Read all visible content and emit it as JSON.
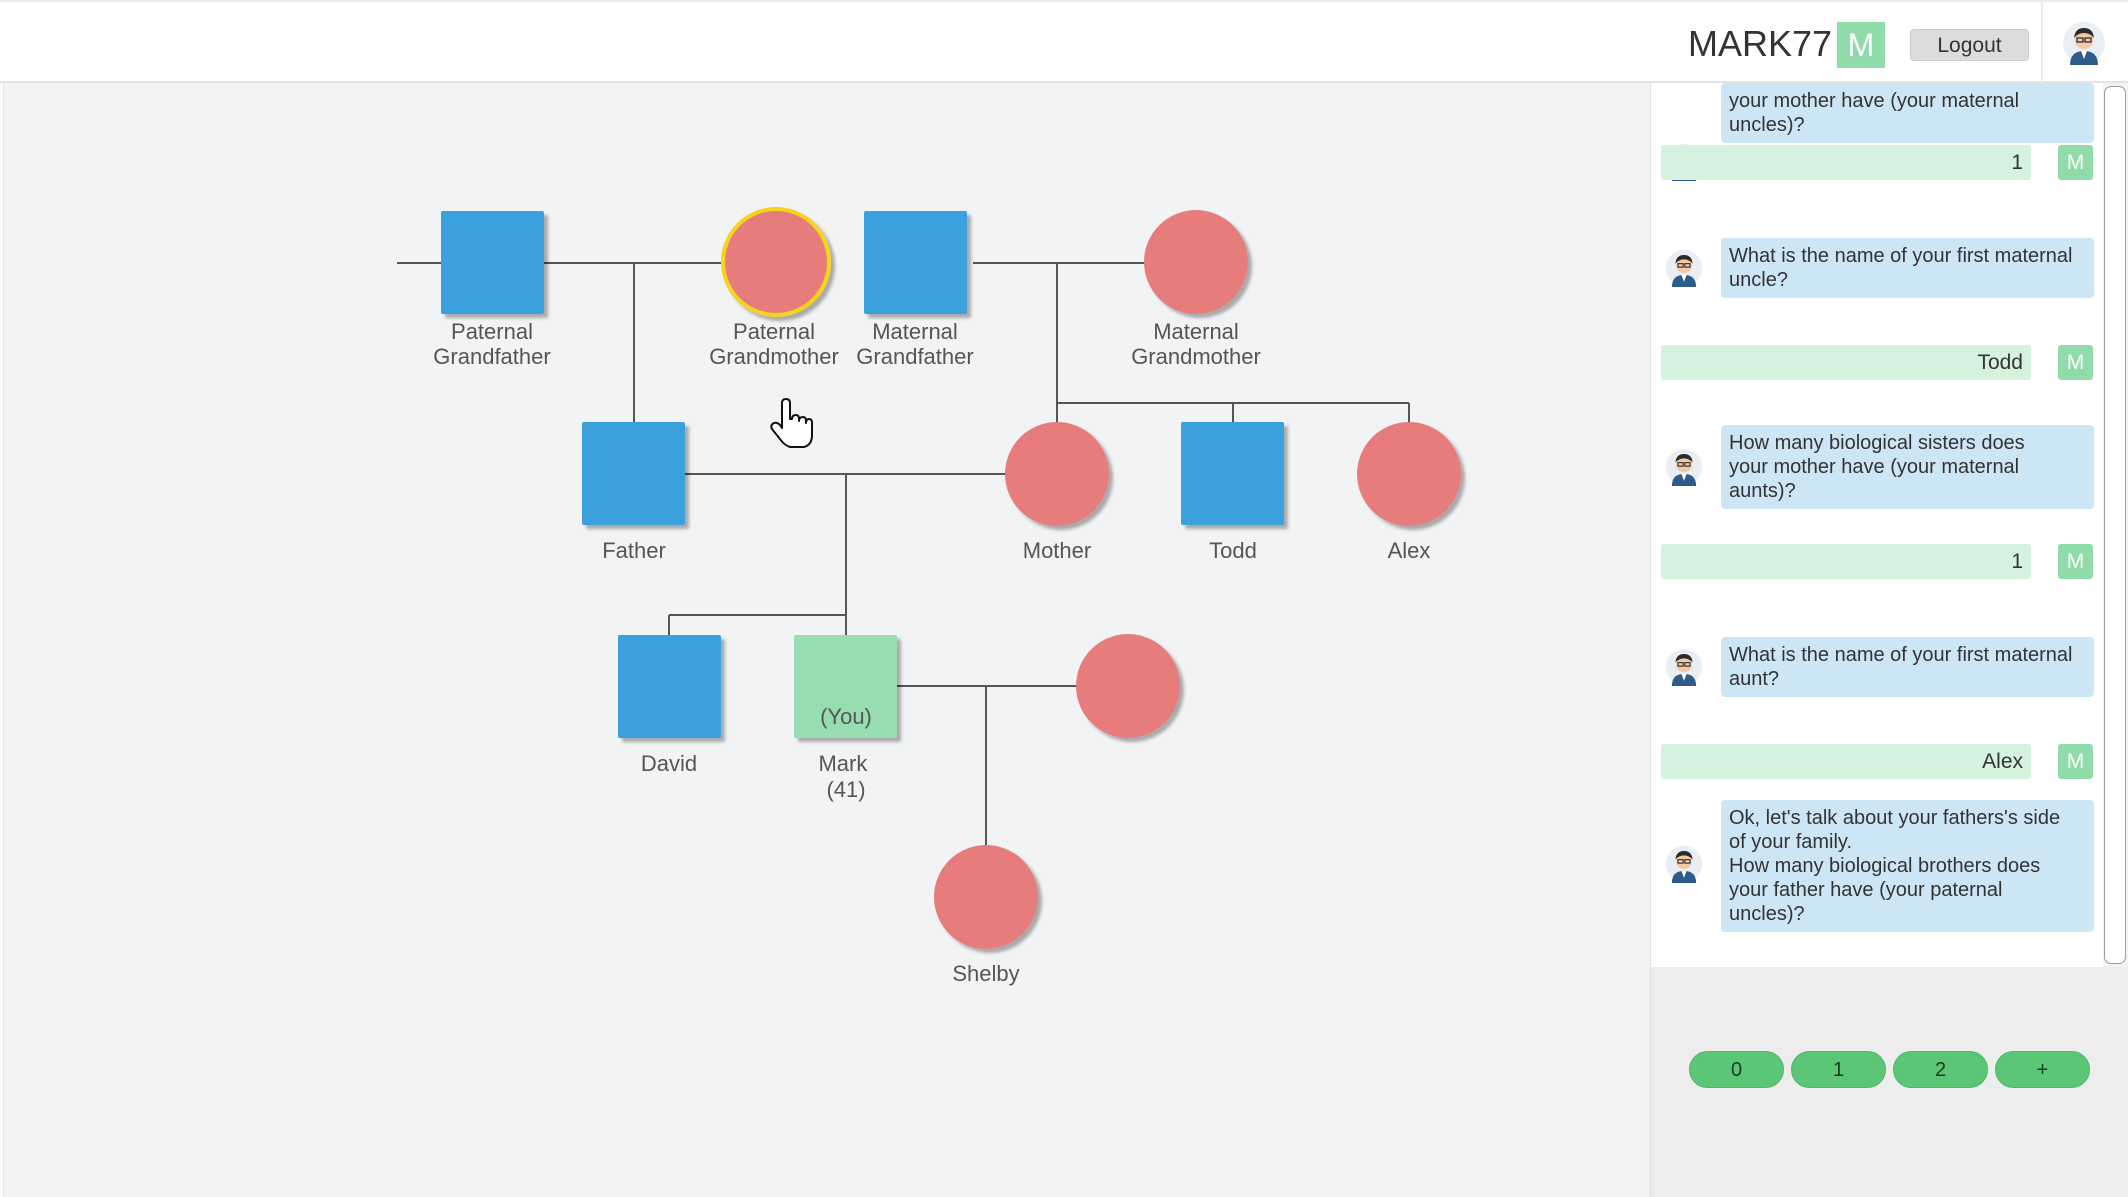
{
  "header": {
    "username": "MARK77",
    "user_badge": "M",
    "logout_label": "Logout"
  },
  "family_tree": {
    "members": {
      "paternal_grandfather": "Paternal\nGrandfather",
      "paternal_grandmother": "Paternal\nGrandmother",
      "maternal_grandfather": "Maternal\nGrandfather",
      "maternal_grandmother": "Maternal\nGrandmother",
      "father": "Father",
      "mother": "Mother",
      "todd": "Todd",
      "alex": "Alex",
      "david": "David",
      "you_marker": "(You)",
      "mark": "Mark",
      "mark_age": "(41)",
      "spouse": "",
      "shelby": "Shelby"
    },
    "colors": {
      "male": "#3aa1dd",
      "female": "#e67b7b",
      "self": "#98dcb1",
      "highlight": "#f6d31f",
      "line": "#555555"
    }
  },
  "chat": {
    "messages": [
      {
        "from": "bot",
        "text": "your mother have (your maternal\nuncles)?"
      },
      {
        "from": "user",
        "text": "1",
        "badge": "M"
      },
      {
        "from": "bot",
        "text": "What is the name of your first maternal\nuncle?"
      },
      {
        "from": "user",
        "text": "Todd",
        "badge": "M"
      },
      {
        "from": "bot",
        "text": "How many biological sisters does\nyour mother have (your maternal\naunts)?"
      },
      {
        "from": "user",
        "text": "1",
        "badge": "M"
      },
      {
        "from": "bot",
        "text": "What is the name of your first maternal\naunt?"
      },
      {
        "from": "user",
        "text": "Alex",
        "badge": "M"
      },
      {
        "from": "bot",
        "text": "Ok, let's talk about your fathers's side\nof your family.\nHow many biological brothers does\nyour father have (your paternal\nuncles)?"
      }
    ],
    "quick_replies": [
      "0",
      "1",
      "2",
      "+"
    ]
  }
}
